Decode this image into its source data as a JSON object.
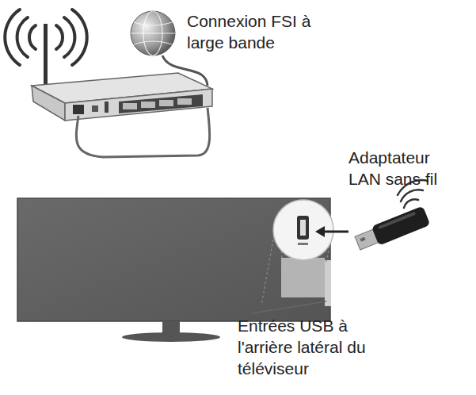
{
  "diagram": {
    "labels": [
      "Connexion FSI à large bande",
      "Adaptateur LAN sans fil",
      "Entrées USB à l'arrière latéral du téléviseur"
    ]
  }
}
